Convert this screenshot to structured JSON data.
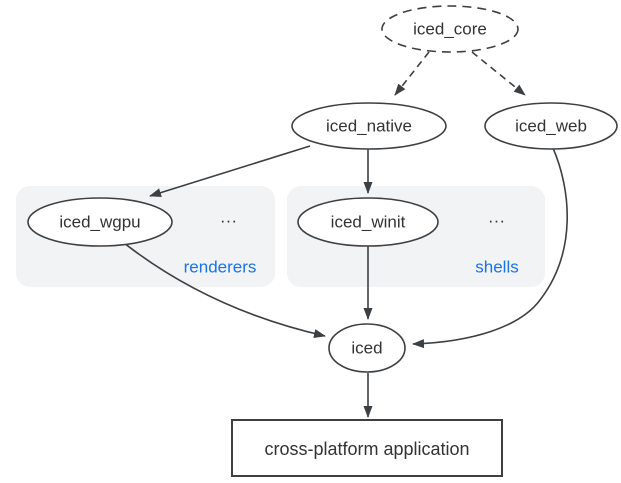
{
  "colors": {
    "background": "#ffffff",
    "stroke": "#3c4043",
    "text": "#333333",
    "node_fill": "#ffffff",
    "group_fill": "#f2f3f5",
    "group_label": "#1a73e8"
  },
  "nodes": {
    "iced_core": {
      "label": "iced_core"
    },
    "iced_native": {
      "label": "iced_native"
    },
    "iced_web": {
      "label": "iced_web"
    },
    "iced_wgpu": {
      "label": "iced_wgpu"
    },
    "iced_winit": {
      "label": "iced_winit"
    },
    "iced": {
      "label": "iced"
    },
    "application": {
      "label": "cross-platform application"
    }
  },
  "groups": {
    "renderers": {
      "label": "renderers",
      "ellipsis": "..."
    },
    "shells": {
      "label": "shells",
      "ellipsis": "..."
    }
  },
  "edges": [
    {
      "from": "iced_core",
      "to": "iced_native",
      "style": "dashed"
    },
    {
      "from": "iced_core",
      "to": "iced_web",
      "style": "dashed"
    },
    {
      "from": "iced_native",
      "to": "iced_wgpu",
      "style": "solid"
    },
    {
      "from": "iced_native",
      "to": "iced_winit",
      "style": "solid"
    },
    {
      "from": "iced_wgpu",
      "to": "iced",
      "style": "solid"
    },
    {
      "from": "iced_winit",
      "to": "iced",
      "style": "solid"
    },
    {
      "from": "iced_web",
      "to": "iced",
      "style": "solid"
    },
    {
      "from": "iced",
      "to": "application",
      "style": "solid"
    }
  ]
}
